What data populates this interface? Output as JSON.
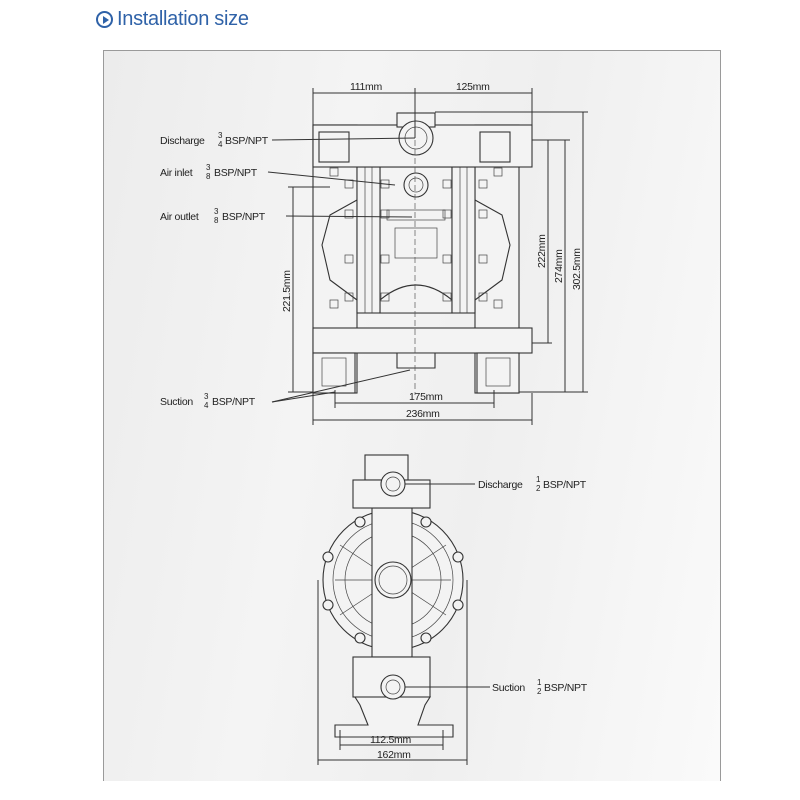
{
  "title": "Installation size",
  "title_icon": "play-circle-icon",
  "accent_color": "#2f62a8",
  "front_view": {
    "dimensions": {
      "top_left": "111mm",
      "top_right": "125mm",
      "height_1": "222mm",
      "height_2": "274mm",
      "height_3": "302.5mm",
      "left_height": "221.5mm",
      "feet_spacing": "175mm",
      "overall_width": "236mm"
    },
    "ports": [
      {
        "name": "Discharge",
        "num": "3",
        "den": "4",
        "spec": "BSP/NPT"
      },
      {
        "name": "Air inlet",
        "num": "3",
        "den": "8",
        "spec": "BSP/NPT"
      },
      {
        "name": "Air outlet",
        "num": "3",
        "den": "8",
        "spec": "BSP/NPT"
      },
      {
        "name": "Suction",
        "num": "3",
        "den": "4",
        "spec": "BSP/NPT"
      }
    ]
  },
  "side_view": {
    "dimensions": {
      "feet_spacing": "112.5mm",
      "overall_width": "162mm"
    },
    "ports": [
      {
        "name": "Discharge",
        "num": "1",
        "den": "2",
        "spec": "BSP/NPT"
      },
      {
        "name": "Suction",
        "num": "1",
        "den": "2",
        "spec": "BSP/NPT"
      }
    ]
  }
}
